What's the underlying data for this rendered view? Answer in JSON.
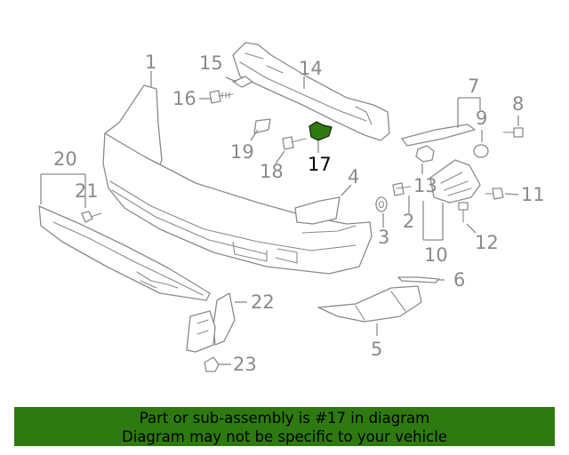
{
  "diagram": {
    "highlight_color": "#2e7a10",
    "callouts": {
      "n1": "1",
      "n2": "2",
      "n3": "3",
      "n4": "4",
      "n5": "5",
      "n6": "6",
      "n7": "7",
      "n8": "8",
      "n9": "9",
      "n10": "10",
      "n11": "11",
      "n12": "12",
      "n13": "13",
      "n14": "14",
      "n15": "15",
      "n16": "16",
      "n17": "17",
      "n18": "18",
      "n19": "19",
      "n20": "20",
      "n21": "21",
      "n22": "22",
      "n23": "23"
    }
  },
  "banner": {
    "line1": "Part or sub-assembly is #17 in diagram",
    "line2": "Diagram may not be specific to your vehicle"
  }
}
